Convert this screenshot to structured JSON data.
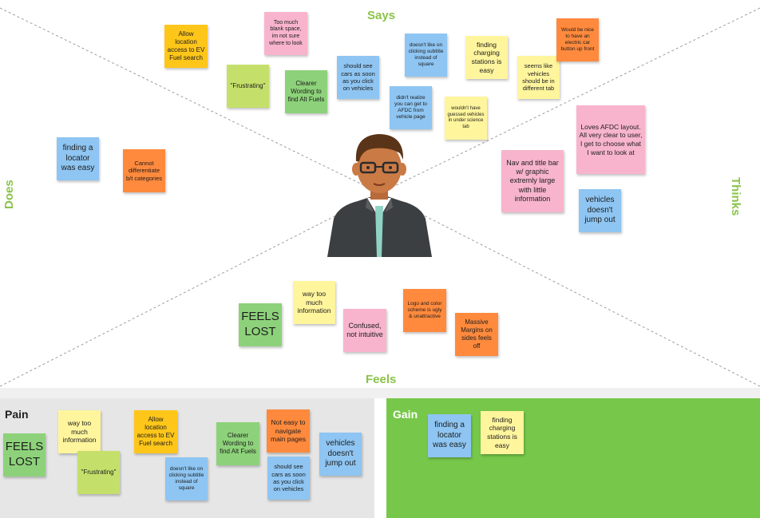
{
  "quadrants": {
    "says": "Says",
    "thinks": "Thinks",
    "feels": "Feels",
    "does": "Does"
  },
  "notes": {
    "says_1": "Allow location access to EV Fuel search",
    "says_2": "Too much blank space, im not sure where to look",
    "says_3": "\"Frustrating\"",
    "says_4": "Clearer Wording to find Alt Fuels",
    "says_5": "should see cars as soon as you click on vehicles",
    "says_6": "doesn't like on clicking subtitle instead of square",
    "says_7": "didn't realize you can get to AFDC from vehicle page",
    "says_8": "finding charging stations is easy",
    "says_9": "wouldn't have guessed vehicles in under science tab",
    "says_10": "seems like vehicles should be in different tab",
    "says_11": "Would be nice to have an electric car button up front",
    "does_1": "finding a locator was easy",
    "does_2": "Cannot differentiate b/t categories",
    "thinks_1": "Loves AFDC layout. All very clear to user, I get to choose what I want to look at",
    "thinks_2": "Nav and title bar w/ graphic extremly large with little information",
    "thinks_3": "vehicles doesn't jump out",
    "feels_1": "FEELS LOST",
    "feels_2": "way too much information",
    "feels_3": "Confused, not intuitive",
    "feels_4": "Logo and color scheme is ugly & unattractive",
    "feels_5": "Massive Margins on sides feels off"
  },
  "pain": {
    "title": "Pain",
    "notes": {
      "p1": "FEELS LOST",
      "p2": "way too much information",
      "p3": "\"Frustrating\"",
      "p4": "Allow location access to EV Fuel search",
      "p5": "doesn't like on clicking subtitle instead of square",
      "p6": "Clearer Wording to find Alt Fuels",
      "p7": "Not easy to navigate main pages",
      "p8": "should see cars as soon as you click on vehicles",
      "p9": "vehicles doesn't jump out"
    }
  },
  "gain": {
    "title": "Gain",
    "notes": {
      "g1": "finding a locator was easy",
      "g2": "finding charging stations is easy"
    }
  },
  "colors": {
    "label_green": "#8bc34a",
    "gain_panel": "#77c84a",
    "pain_panel": "#e6e6e6"
  }
}
